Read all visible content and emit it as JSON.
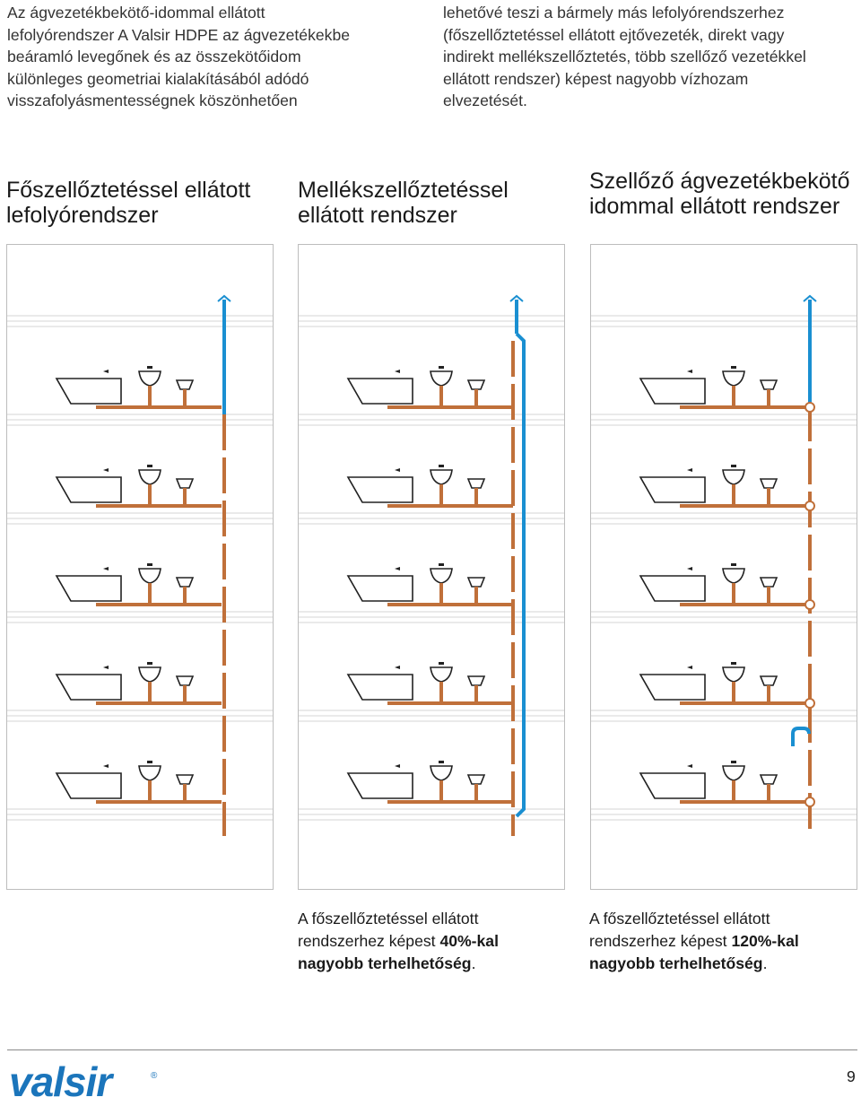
{
  "intro": {
    "left_lines": [
      "Az ágvezetékbekötő-idommal ellátott",
      "lefolyórendszer A Valsir HDPE az ágvezetékekbe",
      "beáramló levegőnek és az összekötőidom",
      "különleges geometriai kialakításából adódó",
      "visszafolyásmentességnek köszönhetően"
    ],
    "right_lines": [
      "lehetővé teszi a bármely más lefolyórendszerhez",
      "(főszellőztetéssel ellátott ejtővezeték, direkt vagy",
      "indirekt mellékszellőztetés, több szellőző vezetékkel",
      "ellátott rendszer) képest nagyobb vízhozam",
      "elvezetését."
    ]
  },
  "columns": [
    {
      "title_lines": [
        "Főszellőztetéssel ellátott",
        "lefolyórendszer"
      ]
    },
    {
      "title_lines": [
        "Mellékszellőztetéssel",
        "ellátott rendszer"
      ]
    },
    {
      "title_lines": [
        "Szellőző ágvezetékbekötő",
        "idommal ellátott rendszer"
      ]
    }
  ],
  "captions": [
    {
      "text_before": "A főszellőztetéssel ellátott",
      "text_line2": "rendszerhez képest ",
      "bold_percent": "40%-kal",
      "bold_rest": "nagyobb terhelhetőség",
      "end": "."
    },
    {
      "text_before": "A főszellőztetéssel ellátott",
      "text_line2": "rendszerhez képest ",
      "bold_percent": "120%-kal",
      "bold_rest": "nagyobb terhelhetőség",
      "end": "."
    }
  ],
  "colors": {
    "drain_pipe": "#c0703a",
    "vent_pipe": "#1a8fd1",
    "outline": "#222222",
    "brand": "#1b75bb"
  },
  "footer": {
    "logo_text": "valsir",
    "registered_mark": "®",
    "page_number": "9"
  }
}
